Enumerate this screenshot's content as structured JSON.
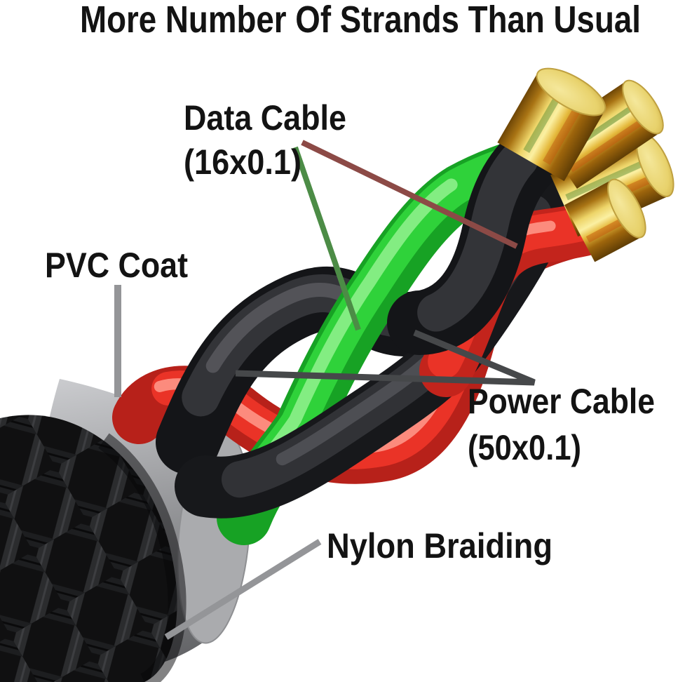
{
  "title": "More Number Of Strands Than Usual",
  "callouts": {
    "data_cable": {
      "label": "Data Cable",
      "spec": "(16x0.1)"
    },
    "pvc_coat": {
      "label": "PVC Coat"
    },
    "power_cable": {
      "label": "Power Cable",
      "spec": "(50x0.1)"
    },
    "nylon_braiding": {
      "label": "Nylon Braiding"
    }
  },
  "components": {
    "nylon_braiding_jacket": "braided outer jacket",
    "pvc_coat_collar": "grey inner PVC coat",
    "power_wires": "two black power wires (50x0.1 strands)",
    "data_wires": "green and red data wires (16x0.1 strands)",
    "copper_tips": "four exposed gold strand bundles"
  },
  "colors": {
    "background": "#ffffff",
    "text": "#131313",
    "data_wire_green": "#2fd23a",
    "data_wire_red": "#e93327",
    "power_wire_black": "#1b1c1e",
    "copper_gold": "#e9d26f",
    "pvc_gray": "#96979a",
    "braid_black": "#141415",
    "leader_green": "#4c8c46",
    "leader_dark_red": "#8c4a46",
    "leader_gray": "#949598",
    "leader_dark_gray": "#46484a"
  }
}
